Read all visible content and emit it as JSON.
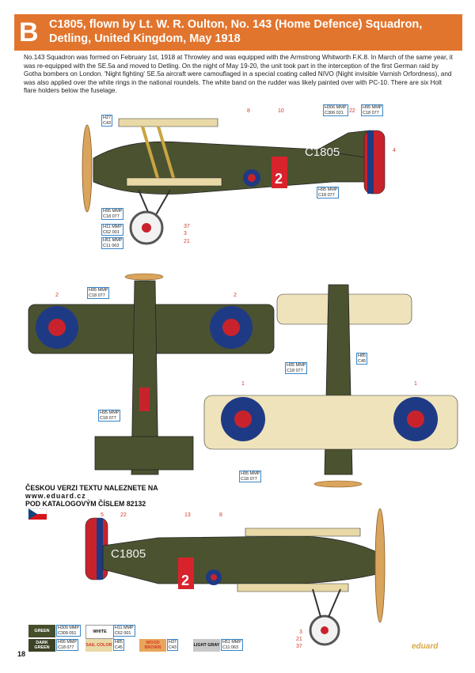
{
  "header": {
    "letter": "B",
    "title": "C1805, flown by Lt. W. R. Oulton, No. 143 (Home Defence) Squadron, Detling, United Kingdom, May 1918"
  },
  "description": "No.143 Squadron was formed on February 1st, 1918 at Throwley and was equipped with the Armstrong Whitworth F.K.8. In March of the same year, it was re-equipped with the SE.5a and moved to Detling. On the night of May 19-20, the unit took part in the interception of the first German raid by Gotha bombers on London. 'Night fighting' SE.5a aircraft were camouflaged in a special coating called NIVO (Night invisible Varnish Orfordness), and was also applied over the white rings in the national roundels. The white band on the rudder was likely painted over with PC-10. There are six Holt flare holders below the fuselage.",
  "serial": "C1805",
  "rudder_number": "2",
  "side_view_top": {
    "callouts": [
      {
        "line1": "H27",
        "line2": "C43"
      },
      {
        "line1": "H306 MMP",
        "line2": "C306 021"
      },
      {
        "line1": "H95 MMP",
        "line2": "C18 077"
      },
      {
        "line1": "H95 MMP",
        "line2": "C18 077"
      },
      {
        "line1": "H95 MMP",
        "line2": "C18 077"
      },
      {
        "line1": "H11 MMP",
        "line2": "C62 001"
      },
      {
        "line1": "H51 MMP",
        "line2": "C11 063"
      }
    ],
    "numbers": [
      "8",
      "10",
      "22",
      "4",
      "37",
      "3",
      "21"
    ]
  },
  "top_view": {
    "callouts": [
      {
        "line1": "H95 MMP",
        "line2": "C18 077"
      },
      {
        "line1": "H95 MMP",
        "line2": "C18 077"
      }
    ],
    "numbers": [
      "2",
      "2"
    ]
  },
  "bottom_view": {
    "callouts": [
      {
        "line1": "H95 MMP",
        "line2": "C18 077"
      },
      {
        "line1": "H85",
        "line2": "C45"
      },
      {
        "line1": "H95 MMP",
        "line2": "C18 077"
      }
    ],
    "numbers": [
      "1",
      "1"
    ]
  },
  "side_view_bottom": {
    "numbers": [
      "5",
      "22",
      "13",
      "8",
      "3",
      "21",
      "37"
    ]
  },
  "czech_note": {
    "line1": "ČESKOU VERZI TEXTU NALEZNETE NA",
    "line2": "www.eduard.cz",
    "line3": "POD KATALOGOVÝM ČÍSLEM 82132"
  },
  "swatches": [
    {
      "name": "GREEN",
      "code1": "H309 MMP",
      "code2": "C309 051",
      "color": "#454f2b",
      "text": "#ffffff"
    },
    {
      "name": "WHITE",
      "code1": "H11 MMP",
      "code2": "C62 001",
      "color": "#ffffff",
      "text": "#111111"
    },
    {
      "name": "DARK GREEN",
      "code1": "H95 MMP",
      "code2": "C18 077",
      "color": "#3b4226",
      "text": "#ffffff"
    },
    {
      "name": "SAIL COLOR",
      "code1": "H85",
      "code2": "C45",
      "color": "#e8d9a6",
      "text": "#d33b2b"
    },
    {
      "name": "WOOD BROWN",
      "code1": "H37",
      "code2": "C43",
      "color": "#e9a55a",
      "text": "#d33b2b"
    },
    {
      "name": "LIGHT GRAY",
      "code1": "H51 MMP",
      "code2": "C11 063",
      "color": "#c8c8c8",
      "text": "#111111"
    }
  ],
  "page_number": "18",
  "brand": "eduard",
  "colors": {
    "header_bg": "#e2752e",
    "olive": "#4b5230",
    "roundel_blue": "#1f3a84",
    "roundel_red": "#c8232c",
    "sail": "#efe3bb",
    "wood": "#d9a45c"
  }
}
